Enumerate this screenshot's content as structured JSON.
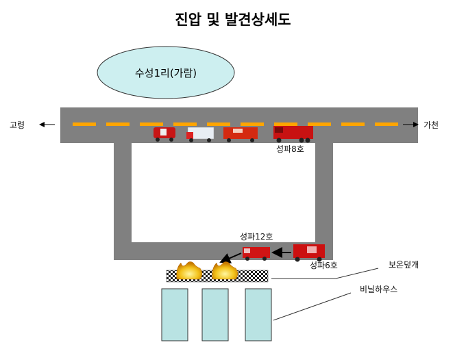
{
  "title": "진압 및 발견상세도",
  "village": "수성1리(가람)",
  "directions": {
    "left": "고령",
    "right": "가천"
  },
  "vehicles": {
    "truck8": "성파8호",
    "truck12": "성파12호",
    "truck6": "성파6호"
  },
  "annotations": {
    "cover": "보온덮개",
    "greenhouse": "비닐하우스"
  },
  "colors": {
    "road": "#808080",
    "lane": "#ffa500",
    "ellipse": "#cdeff0",
    "greenhouse": "#b9e3e3",
    "truck": "#cc1111"
  }
}
